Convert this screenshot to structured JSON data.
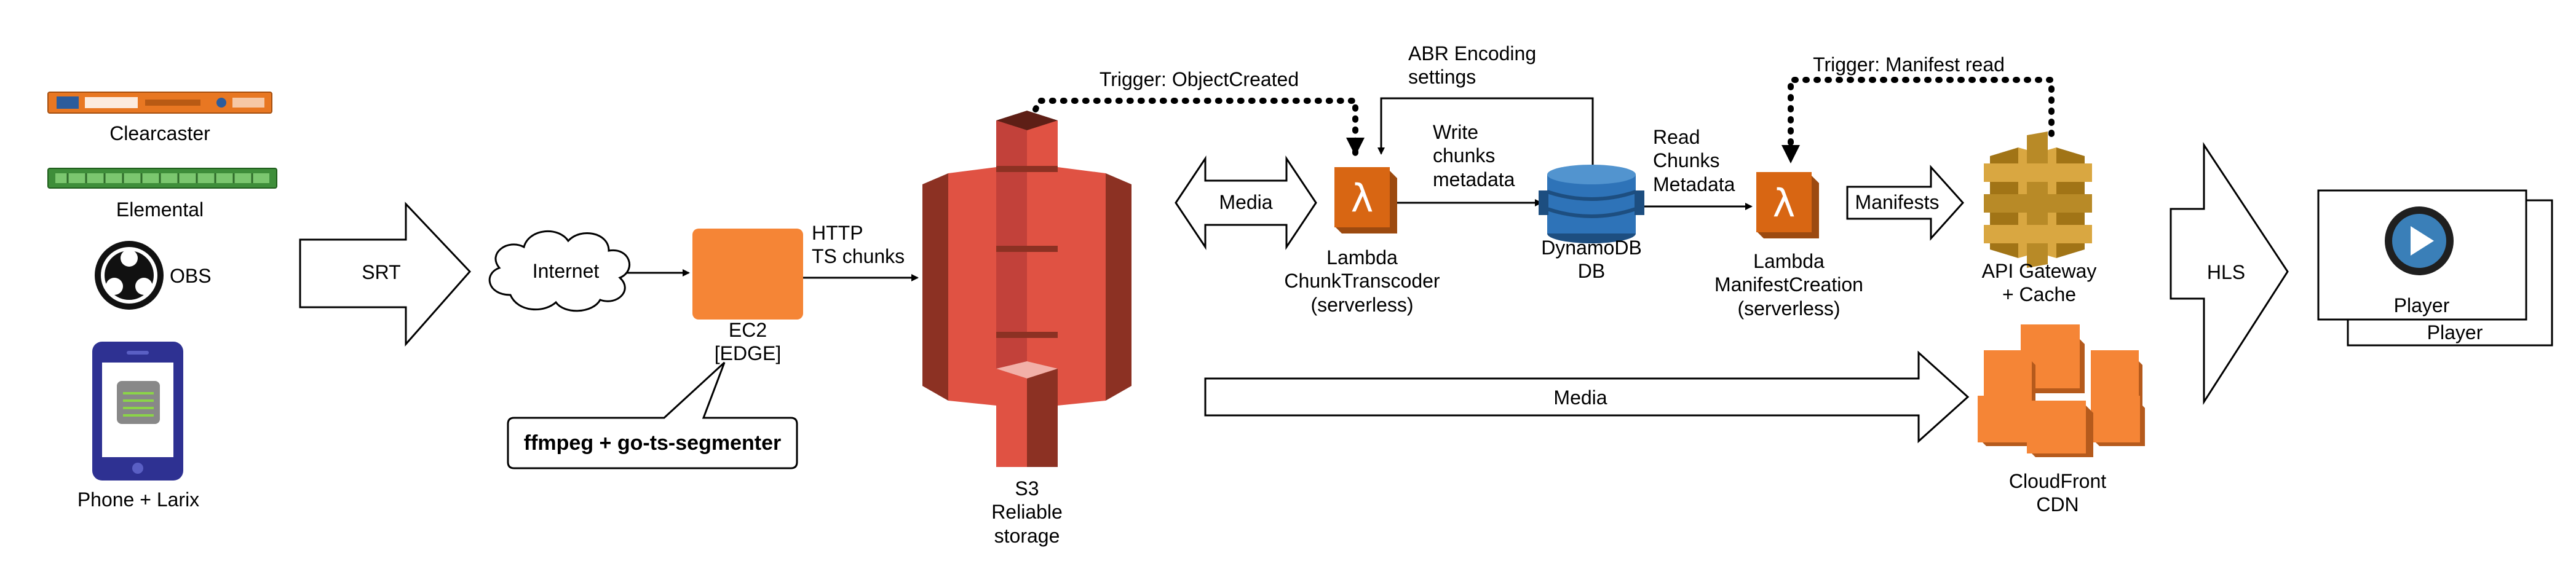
{
  "sources": {
    "clearcaster": "Clearcaster",
    "elemental": "Elemental",
    "obs": "OBS",
    "phone": "Phone + Larix"
  },
  "arrows": {
    "srt": "SRT",
    "media_left": "Media",
    "media_bottom": "Media",
    "manifests": "Manifests",
    "hls": "HLS"
  },
  "cloud": {
    "internet": "Internet"
  },
  "ec2": {
    "label": "EC2\n[EDGE]",
    "callout": "ffmpeg + go-ts-segmenter"
  },
  "edges": {
    "http": "HTTP\nTS chunks",
    "trigger_object": "Trigger: ObjectCreated",
    "abr": "ABR Encoding\nsettings",
    "write": "Write\nchunks\nmetadata",
    "read": "Read\nChunks\nMetadata",
    "trigger_manifest": "Trigger: Manifest read"
  },
  "s3": {
    "label": "S3\nReliable\nstorage"
  },
  "lambda1": {
    "label": "Lambda\nChunkTranscoder\n(serverless)"
  },
  "dynamo": {
    "label": "DynamoDB\nDB"
  },
  "lambda2": {
    "label": "Lambda\nManifestCreation\n(serverless)"
  },
  "apigw": {
    "label": "API Gateway\n+ Cache"
  },
  "cloudfront": {
    "label": "CloudFront\nCDN"
  },
  "player": {
    "front": "Player",
    "back": "Player"
  },
  "colors": {
    "aws_orange": "#F58536",
    "lambda_orange": "#D86613",
    "s3_red": "#E05243",
    "s3_dark": "#8C3123",
    "dynamo_blue": "#2E73B8",
    "apigw_gold": "#D9A741",
    "cf_orange": "#F58536",
    "phone_blue": "#2E3192",
    "player_blue": "#3A7FB8",
    "clearcaster_orange": "#E87722",
    "elemental_green": "#3E8E3A"
  }
}
